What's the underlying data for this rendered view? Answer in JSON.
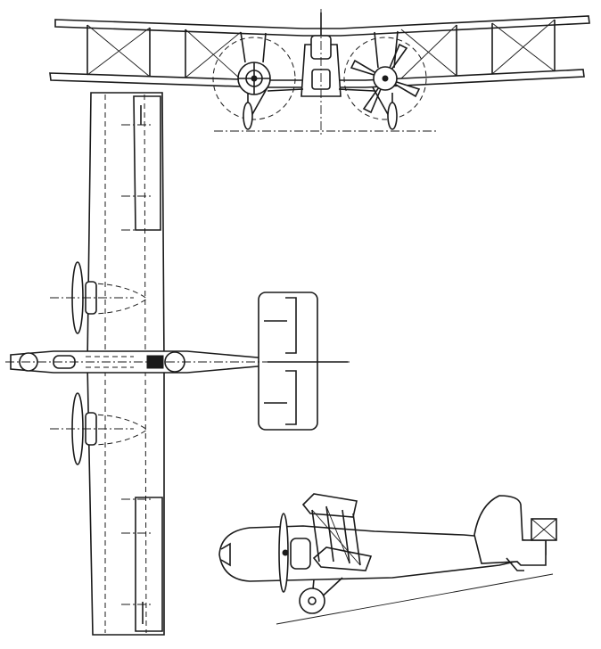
{
  "drawing": {
    "ink_color": "#1a1a1a",
    "background_color": "#ffffff",
    "views": [
      {
        "id": "front-view"
      },
      {
        "id": "plan-view"
      },
      {
        "id": "side-view"
      }
    ]
  }
}
